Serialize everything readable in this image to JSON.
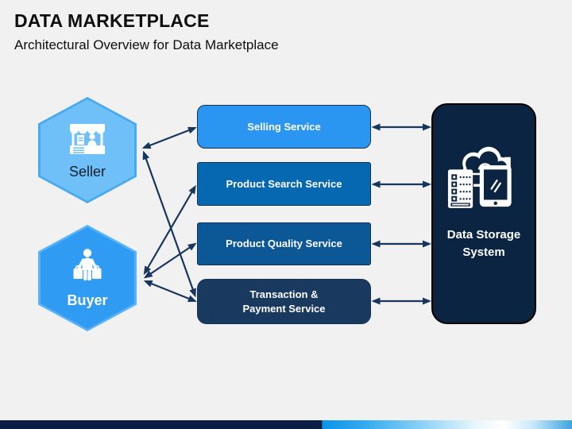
{
  "header": {
    "title": "DATA MARKETPLACE",
    "subtitle": "Architectural Overview for Data Marketplace"
  },
  "actors": [
    {
      "id": "seller",
      "label": "Seller",
      "icon": "market-stall-icon"
    },
    {
      "id": "buyer",
      "label": "Buyer",
      "icon": "shopper-with-bags-icon"
    }
  ],
  "services": [
    {
      "label": "Selling Service"
    },
    {
      "label": "Product Search Service"
    },
    {
      "label": "Product Quality Service"
    },
    {
      "label": "Transaction & Payment Service"
    }
  ],
  "storage": {
    "label": "Data Storage System",
    "icon": "cloud-storage-devices-icon"
  },
  "connections": {
    "left": [
      "seller-selling",
      "seller-transaction",
      "buyer-search",
      "buyer-quality",
      "buyer-transaction"
    ],
    "right": [
      "selling-storage",
      "search-storage",
      "quality-storage",
      "transaction-storage"
    ],
    "style": "double-headed-arrows"
  },
  "colors": {
    "background": "#F1F1F2",
    "heading_text": "#0E0E0E",
    "seller_fill": "#6FC0F8",
    "seller_border": "#47A9F1",
    "seller_text": "#17212B",
    "buyer_fill": "#2F9BF2",
    "buyer_border": "#58B3F6",
    "buyer_text": "#FFFFFF",
    "service_selling": "#2B96F1",
    "service_search": "#0768B2",
    "service_quality": "#0C5796",
    "service_transaction": "#19395E",
    "box_border": "#123353",
    "storage_fill": "#0B2441",
    "storage_border": "#000000",
    "arrow": "#17365D",
    "bar_navy": "#0D1E45",
    "bar_blue": "#0A94E8",
    "bar_end": "#3BA6DE"
  }
}
